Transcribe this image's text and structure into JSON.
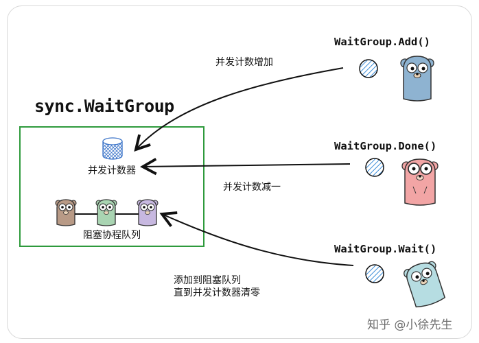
{
  "title": "sync.WaitGroup",
  "apis": {
    "add": "WaitGroup.Add()",
    "done": "WaitGroup.Done()",
    "wait": "WaitGroup.Wait()"
  },
  "labels": {
    "increment": "并发计数增加",
    "decrement": "并发计数减一",
    "wait_line1": "添加到阻塞队列",
    "wait_line2": "直到并发计数器清零",
    "counter": "并发计数器",
    "queue": "阻塞协程队列"
  },
  "watermark": "知乎 @小徐先生",
  "colors": {
    "box_border": "#2e9a3c",
    "gopher_blue": "#8eb3d1",
    "gopher_pink": "#f2a5a5",
    "gopher_teal": "#b6dde2",
    "gopher_brown": "#b89a86",
    "gopher_green": "#a9d4b2",
    "gopher_lilac": "#c7b8e0",
    "hatch": "#3a8cd8"
  }
}
